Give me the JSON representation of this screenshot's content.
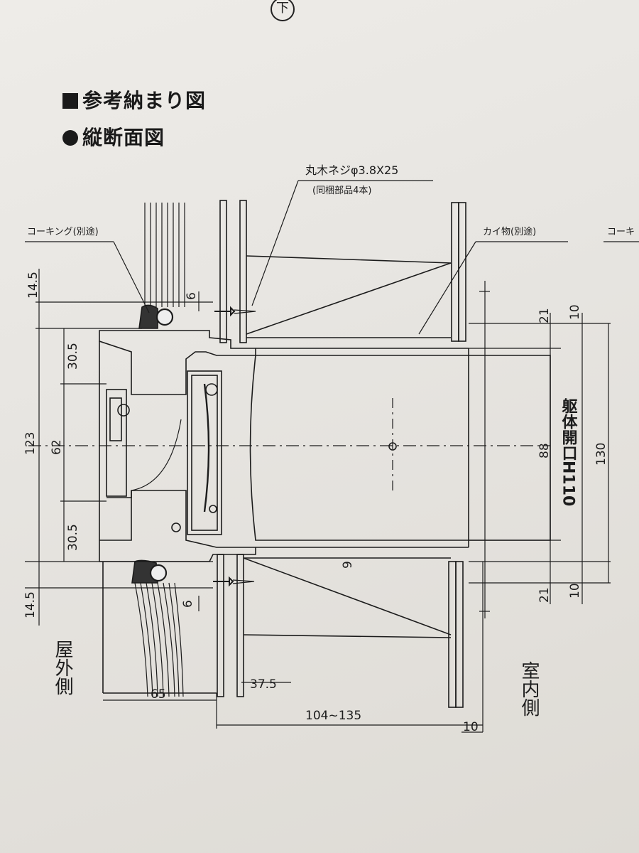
{
  "page_mark": "下",
  "headings": {
    "title": "参考納まり図",
    "subtitle": "縦断面図"
  },
  "labels": {
    "screw": "丸木ネジφ3.8X25",
    "screw_note": "(同梱部品4本)",
    "caulking": "コーキング(別途)",
    "shim": "カイ物(別途)",
    "caulking_right": "コーキ",
    "outside": "屋外側",
    "inside": "室内側",
    "opening": "躯体開口H110"
  },
  "dimensions": {
    "d_14_5_top": "14.5",
    "d_6_top": "6",
    "d_30_5_top": "30.5",
    "d_123": "123",
    "d_62": "62",
    "d_30_5_bot": "30.5",
    "d_14_5_bot": "14.5",
    "d_6_bot": "6",
    "d_9": "9",
    "d_21_top": "21",
    "d_10_top": "10",
    "d_88": "88",
    "d_130": "130",
    "d_21_bot": "21",
    "d_10_bot": "10",
    "d_65": "65",
    "d_37_5": "37.5",
    "d_104_135": "104~135",
    "d_10_base": "10"
  }
}
